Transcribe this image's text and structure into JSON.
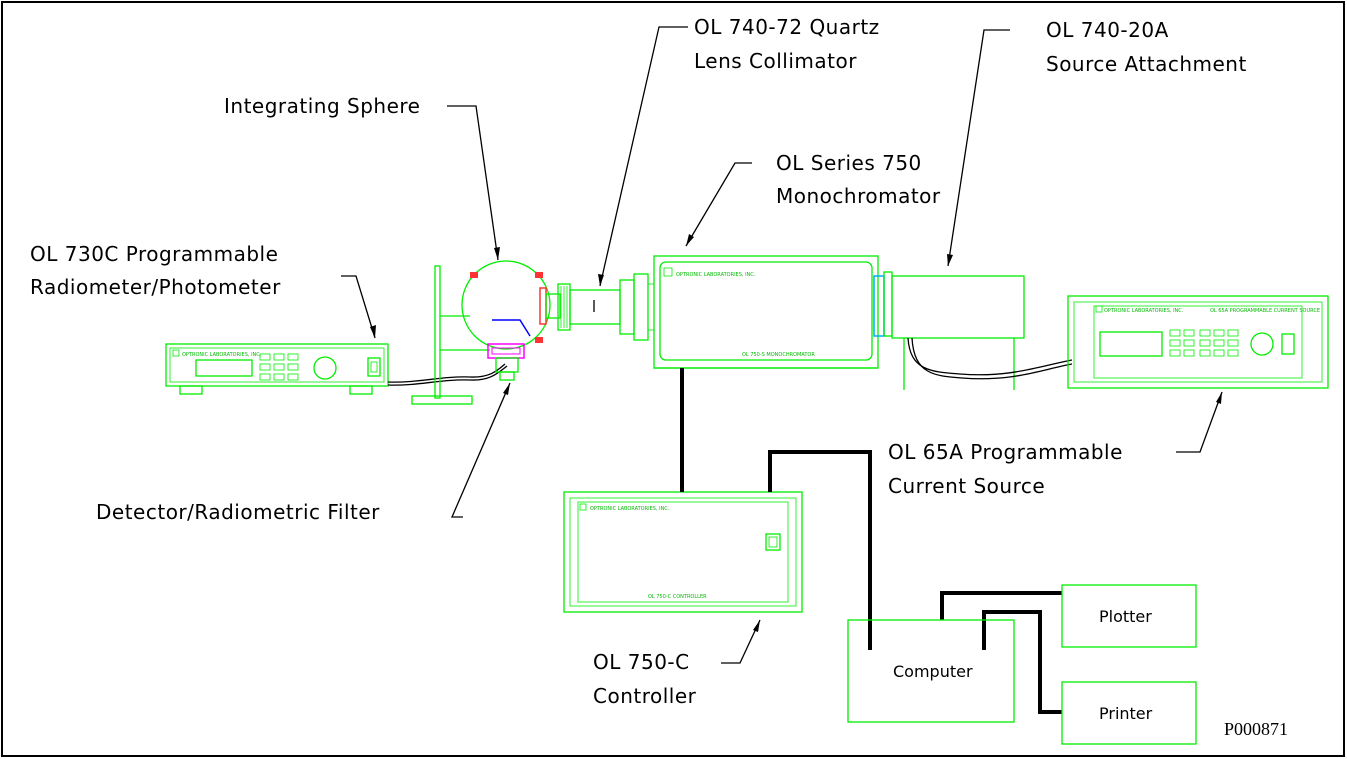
{
  "labels": {
    "collimator": [
      "OL 740-72 Quartz",
      "Lens Collimator"
    ],
    "sphere": "Integrating Sphere",
    "monochromator": [
      "OL Series 750",
      "Monochromator"
    ],
    "source_attachment": [
      "OL 740-20A",
      "Source Attachment"
    ],
    "radiometer": [
      "OL 730C Programmable",
      "Radiometer/Photometer"
    ],
    "current_source": [
      "OL 65A Programmable",
      "Current Source"
    ],
    "detector": "Detector/Radiometric Filter",
    "controller": [
      "OL 750-C",
      "Controller"
    ],
    "computer": "Computer",
    "plotter": "Plotter",
    "printer": "Printer"
  },
  "figure_id": "P000871",
  "colors": {
    "equipment": "#00ee00",
    "lines": "#000000",
    "sphere_bracket": "#ff00ff",
    "grating": "#0000ff",
    "port": "#ff3333"
  }
}
